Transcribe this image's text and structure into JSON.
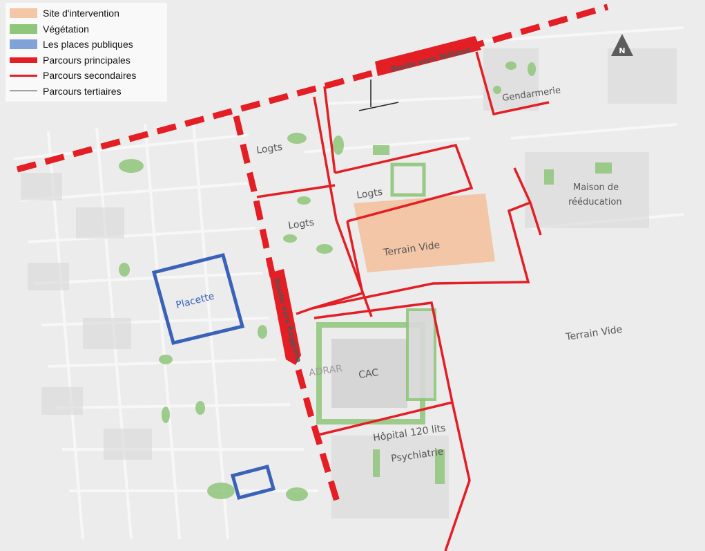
{
  "legend": {
    "items": [
      {
        "label": "Site d'intervention",
        "kind": "fill",
        "color": "#f2c6a6"
      },
      {
        "label": "Végétation",
        "kind": "fill",
        "color": "#8fc67a"
      },
      {
        "label": "Les places publiques",
        "kind": "fill",
        "color": "#7fa3d9"
      },
      {
        "label": "Parcours principales",
        "kind": "thick-line",
        "color": "#e31e24"
      },
      {
        "label": "Parcours secondaires",
        "kind": "line",
        "color": "#e31e24"
      },
      {
        "label": "Parcours tertiaires",
        "kind": "thin-line",
        "color": "#222222"
      }
    ]
  },
  "north_label": "N",
  "colors": {
    "site": "#f2c6a6",
    "vegetation": "#8fc67a",
    "public_place": "#3a62b8",
    "primary_route": "#e31e24",
    "secondary_route": "#e31e24",
    "tertiary_route": "#222222",
    "background": "#ececec"
  },
  "routes": {
    "telilane": "Route vers Telilane",
    "reggane": "Route vers Reggane"
  },
  "labels": {
    "gendarmerie": "Gendarmerie",
    "logts_1": "Logts",
    "logts_2": "Logts",
    "logts_3": "Logts",
    "maison": "Maison de",
    "reeducation": "rééducation",
    "terrain_vide_site": "Terrain Vide",
    "terrain_vide_east": "Terrain Vide",
    "placette": "Placette",
    "cac": "CAC",
    "adrar": "ADRAR",
    "hopital": "Hôpital 120 lits",
    "psychiatrie": "Psychiatrie"
  }
}
